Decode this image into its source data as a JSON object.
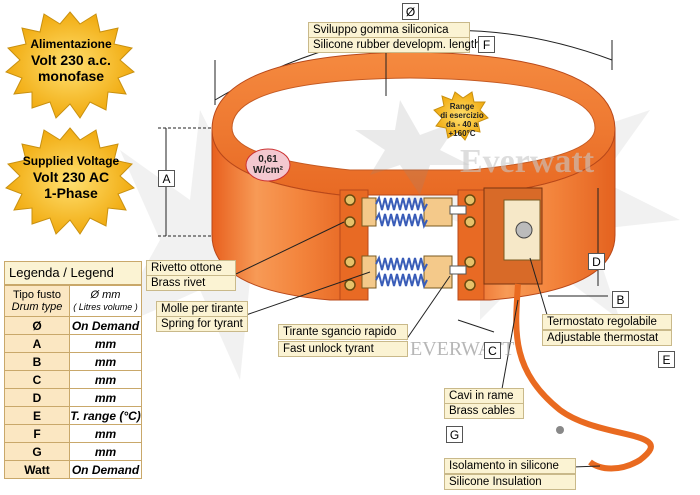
{
  "badges": {
    "italian": {
      "line1": "Alimentazione",
      "line2": "Volt 230 a.c.",
      "line3": "monofase"
    },
    "english": {
      "line1": "Supplied Voltage",
      "line2": "Volt 230 AC",
      "line3": "1-Phase"
    }
  },
  "dimensions": {
    "diameter_symbol": "Ø",
    "A": "A",
    "B": "B",
    "C": "C",
    "D": "D",
    "E": "E",
    "F": "F",
    "G": "G"
  },
  "labels": {
    "silicone_it": "Sviluppo gomma siliconica",
    "silicone_en": "Silicone rubber developm. length",
    "power_density": "0,61",
    "power_unit": "W/cm²",
    "range_l1": "Range",
    "range_l2": "di esercizio",
    "range_l3": "da - 40 a",
    "range_l4": "+160°C",
    "rivet_it": "Rivetto ottone",
    "rivet_en": "Brass rivet",
    "spring_it": "Molle per tirante",
    "spring_en": "Spring for tyrant",
    "release_it": "Tirante sgancio rapido",
    "release_en": "Fast unlock tyrant",
    "thermostat_it": "Termostato regolabile",
    "thermostat_en": "Adjustable thermostat",
    "cables_it": "Cavi in rame",
    "cables_en": "Brass cables",
    "insulation_it": "Isolamento in silicone",
    "insulation_en": "Silicone Insulation",
    "watermark_brand": "Everwatt",
    "watermark_brand2": "EVERWATT"
  },
  "legend": {
    "title_it": "Legenda",
    "title_sep": "/",
    "title_en": "Legend",
    "col1_it": "Tipo fusto",
    "col1_en": "Drum type",
    "col2_symbol": "Ø",
    "col2_unit": "mm",
    "col2_paren_open": "(",
    "col2_sub_it": "Litres",
    "col2_sub_en": "volume",
    "col2_paren_close": ")",
    "rows": [
      {
        "key": "Ø",
        "value": "On Demand"
      },
      {
        "key": "A",
        "value": "mm"
      },
      {
        "key": "B",
        "value": "mm"
      },
      {
        "key": "C",
        "value": "mm"
      },
      {
        "key": "D",
        "value": "mm"
      },
      {
        "key": "E",
        "value": "T. range (°C)"
      },
      {
        "key": "F",
        "value": "mm"
      },
      {
        "key": "G",
        "value": "mm"
      },
      {
        "key": "Watt",
        "value": "On Demand"
      }
    ]
  },
  "colors": {
    "band": "#f07a30",
    "band_dark": "#d8551c",
    "burst": "#f7c118",
    "label_bg": "#fbf3d3"
  }
}
